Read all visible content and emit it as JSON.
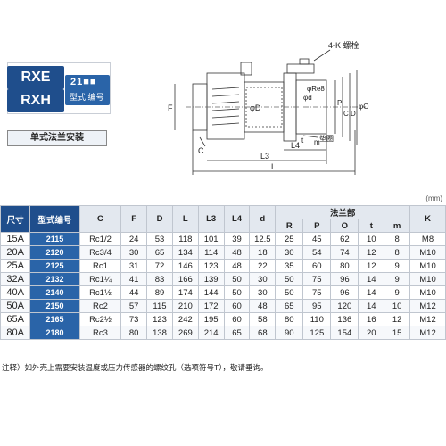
{
  "badges": {
    "rxe": "RXE",
    "rxh": "RXH",
    "sub_code": "21■■",
    "sub_label": "型式 编号"
  },
  "mount_label": "单式法兰安装",
  "drawing": {
    "bolt_label": "4-K 螺栓",
    "gasket_label": "垫圈",
    "dims": {
      "F": "F",
      "C": "C",
      "D": "φD",
      "L": "L",
      "L3": "L3",
      "L4": "L4",
      "t": "t",
      "m": "m",
      "d": "φd",
      "Re8": "φRe8",
      "P": "P",
      "CD": "C.D",
      "O": "φO"
    }
  },
  "unit": "(mm)",
  "table": {
    "headers": {
      "size": "尺寸",
      "model": "型式编号",
      "C": "C",
      "F": "F",
      "D": "D",
      "L": "L",
      "L3": "L3",
      "L4": "L4",
      "d": "d",
      "flange": "法兰部",
      "R": "R",
      "P": "P",
      "O": "O",
      "t": "t",
      "m": "m",
      "K": "K"
    },
    "rows": [
      {
        "size": "15A",
        "model": "2115",
        "C": "Rc1/2",
        "F": "24",
        "D": "53",
        "L": "118",
        "L3": "101",
        "L4": "39",
        "d": "12.5",
        "R": "25",
        "P": "45",
        "O": "62",
        "t": "10",
        "m": "8",
        "K": "M8"
      },
      {
        "size": "20A",
        "model": "2120",
        "C": "Rc3/4",
        "F": "30",
        "D": "65",
        "L": "134",
        "L3": "114",
        "L4": "48",
        "d": "18",
        "R": "30",
        "P": "54",
        "O": "74",
        "t": "12",
        "m": "8",
        "K": "M10"
      },
      {
        "size": "25A",
        "model": "2125",
        "C": "Rc1",
        "F": "31",
        "D": "72",
        "L": "146",
        "L3": "123",
        "L4": "48",
        "d": "22",
        "R": "35",
        "P": "60",
        "O": "80",
        "t": "12",
        "m": "9",
        "K": "M10"
      },
      {
        "size": "32A",
        "model": "2132",
        "C": "Rc1¼",
        "F": "41",
        "D": "83",
        "L": "166",
        "L3": "139",
        "L4": "50",
        "d": "30",
        "R": "50",
        "P": "75",
        "O": "96",
        "t": "14",
        "m": "9",
        "K": "M10"
      },
      {
        "size": "40A",
        "model": "2140",
        "C": "Rc1½",
        "F": "44",
        "D": "89",
        "L": "174",
        "L3": "144",
        "L4": "50",
        "d": "30",
        "R": "50",
        "P": "75",
        "O": "96",
        "t": "14",
        "m": "9",
        "K": "M10"
      },
      {
        "size": "50A",
        "model": "2150",
        "C": "Rc2",
        "F": "57",
        "D": "115",
        "L": "210",
        "L3": "172",
        "L4": "60",
        "d": "48",
        "R": "65",
        "P": "95",
        "O": "120",
        "t": "14",
        "m": "10",
        "K": "M12"
      },
      {
        "size": "65A",
        "model": "2165",
        "C": "Rc2½",
        "F": "73",
        "D": "123",
        "L": "242",
        "L3": "195",
        "L4": "60",
        "d": "58",
        "R": "80",
        "P": "110",
        "O": "136",
        "t": "16",
        "m": "12",
        "K": "M12"
      },
      {
        "size": "80A",
        "model": "2180",
        "C": "Rc3",
        "F": "80",
        "D": "138",
        "L": "269",
        "L3": "214",
        "L4": "65",
        "d": "68",
        "R": "90",
        "P": "125",
        "O": "154",
        "t": "20",
        "m": "15",
        "K": "M12"
      }
    ]
  },
  "note": "注释）如外壳上需要安装温度或压力传感器的螺纹孔（选项符号T），敬请垂询。"
}
